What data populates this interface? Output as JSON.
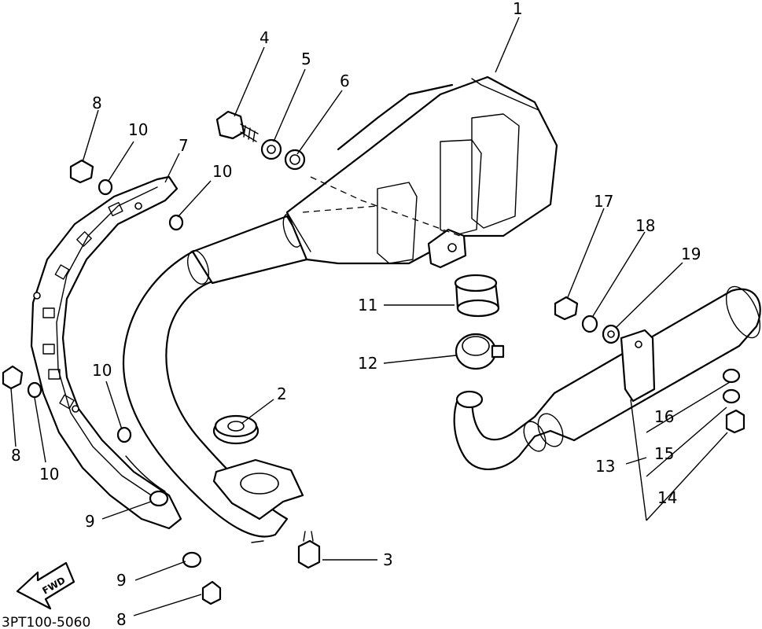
{
  "diagram_code": "3PT100-5060",
  "fwd_label": "FWD",
  "callouts": {
    "c1": "1",
    "c2": "2",
    "c3": "3",
    "c4": "4",
    "c5": "5",
    "c6": "6",
    "c7": "7",
    "c8a": "8",
    "c8b": "8",
    "c8c": "8",
    "c9a": "9",
    "c9b": "9",
    "c10a": "10",
    "c10b": "10",
    "c10c": "10",
    "c10d": "10",
    "c11": "11",
    "c12": "12",
    "c13": "13",
    "c14": "14",
    "c15": "15",
    "c16": "16",
    "c17": "17",
    "c18": "18",
    "c19": "19"
  }
}
